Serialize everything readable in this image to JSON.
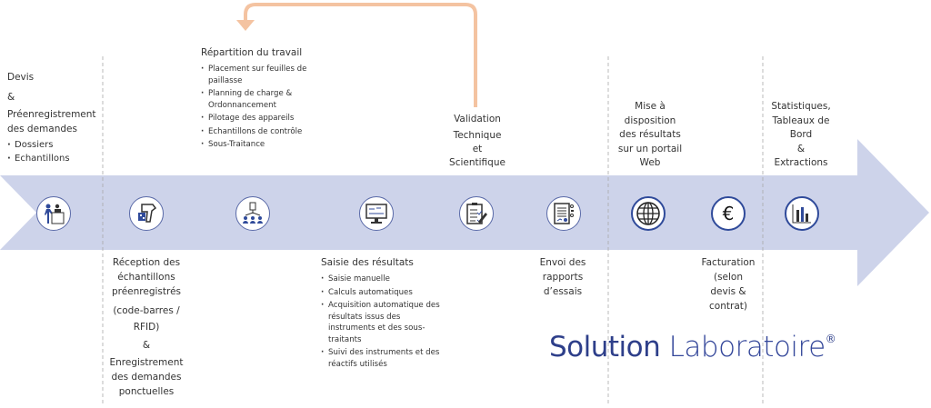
{
  "colors": {
    "arrow": "#cdd3ea",
    "loop": "#f4c3a1",
    "logo": "#2e3f8a",
    "icon_ring": "#5a6aa8"
  },
  "top_blocks": [
    {
      "id": "devis",
      "lines": [
        "Devis",
        "&",
        "Préenregistrement",
        "des demandes"
      ],
      "bullets": [
        "Dossiers",
        "Echantillons"
      ]
    },
    {
      "id": "repartition",
      "lines": [
        "Répartition du travail"
      ],
      "bullets": [
        "Placement sur feuilles de paillasse",
        "Planning de charge & Ordonnancement",
        "Pilotage des appareils",
        "Echantillons de contrôle",
        "Sous-Traitance"
      ]
    },
    {
      "id": "validation",
      "lines": [
        "Validation",
        "Technique",
        "et",
        "Scientifique"
      ]
    },
    {
      "id": "mise-a-disposition",
      "lines": [
        "Mise à",
        "disposition",
        "des résultats",
        "sur un portail",
        "Web"
      ]
    },
    {
      "id": "statistiques",
      "lines": [
        "Statistiques,",
        "Tableaux de",
        "Bord",
        "&",
        "Extractions"
      ]
    }
  ],
  "bottom_blocks": [
    {
      "id": "reception",
      "lines": [
        "Réception des",
        "échantillons",
        "préenregistrés",
        "",
        "(code-barres /",
        "RFID)",
        "&",
        "Enregistrement",
        "des demandes",
        "ponctuelles"
      ]
    },
    {
      "id": "saisie",
      "lines": [
        "Saisie des résultats"
      ],
      "bullets": [
        "Saisie manuelle",
        "Calculs automatiques",
        "Acquisition automatique des résultats issus des instruments et des sous-traitants",
        "Suivi des instruments et des réactifs utilisés"
      ]
    },
    {
      "id": "envoi",
      "lines": [
        "Envoi des",
        "rapports",
        "d’essais"
      ]
    },
    {
      "id": "facturation",
      "lines": [
        "Facturation",
        "(selon",
        "devis &",
        "contrat)"
      ]
    }
  ],
  "icons": [
    "reception-desk-icon",
    "barcode-scanner-icon",
    "team-distribution-icon",
    "monitor-results-icon",
    "checklist-validation-icon",
    "report-document-icon",
    "globe-icon",
    "euro-icon",
    "bar-chart-icon"
  ],
  "logo": {
    "word1": "Solution",
    "word2": "Laboratoire",
    "mark": "®"
  }
}
